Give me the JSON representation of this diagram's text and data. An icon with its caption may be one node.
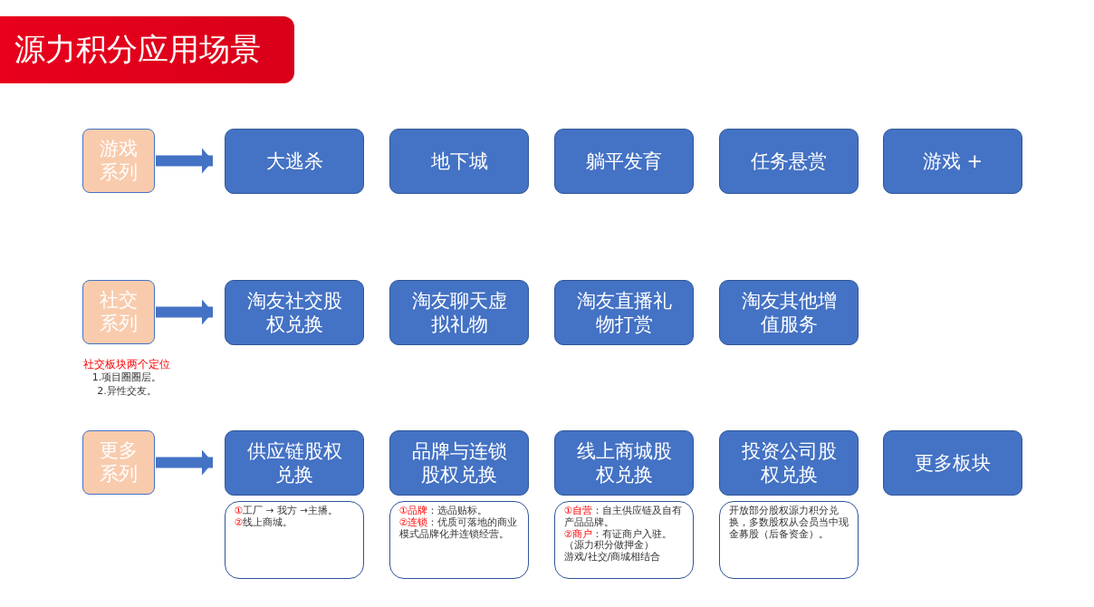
{
  "diagram": {
    "title": "源力积分应用场景",
    "nodes": [
      {
        "text": [
          "游戏系列"
        ]
      },
      {
        "text": [
          "大逃杀"
        ]
      },
      {
        "text": [
          "地下城"
        ]
      },
      {
        "text": [
          "躺平发育"
        ]
      },
      {
        "text": [
          "任务悬赏"
        ]
      },
      {
        "text": [
          "游戏 +"
        ]
      },
      {
        "text": [
          "社交系列"
        ]
      },
      {
        "text": [
          "淘友社交股权兑换"
        ]
      },
      {
        "text": [
          "淘友聊天虚拟礼物"
        ]
      },
      {
        "text": [
          "淘友直播礼物打赏"
        ]
      },
      {
        "text": [
          "淘友其他增值服务"
        ]
      },
      {
        "text": [
          "更多系列"
        ]
      },
      {
        "text": [
          "供应链股权兑换"
        ]
      },
      {
        "text": [
          "品牌与连锁股权兑换"
        ]
      },
      {
        "text": [
          "线上商城股权兑换"
        ]
      },
      {
        "text": [
          "投资公司股权兑换"
        ]
      },
      {
        "text": [
          "更多板块"
        ]
      },
      {
        "text": [
          "**①**工厂 → 我方 →主播。",
          "**②**线上商城。"
        ]
      },
      {
        "text": [
          "**①品牌**：选品贴标。",
          "**②连锁**：优质可落地的商业模式品牌化并连锁经营。"
        ]
      },
      {
        "text": [
          "**①自营**：自主供应链及自有产品品牌。",
          "**②商户**：有证商户入驻。（源力积分做押金）",
          "游戏/社交/商城相结合"
        ]
      },
      {
        "text": [
          "开放部分股权源力积分兑换，多数股权从会员当中现金募股（后备资金）。"
        ]
      }
    ],
    "edges": [
      {
        "from": 0,
        "to": 1,
        "arrow": "to"
      },
      {
        "from": 6,
        "to": 7,
        "arrow": "to"
      },
      {
        "from": 11,
        "to": 12,
        "arrow": "to"
      }
    ],
    "labels": [
      "社交板块两个定位",
      "1.项目圈圈层。",
      "2.异性交友。"
    ]
  }
}
